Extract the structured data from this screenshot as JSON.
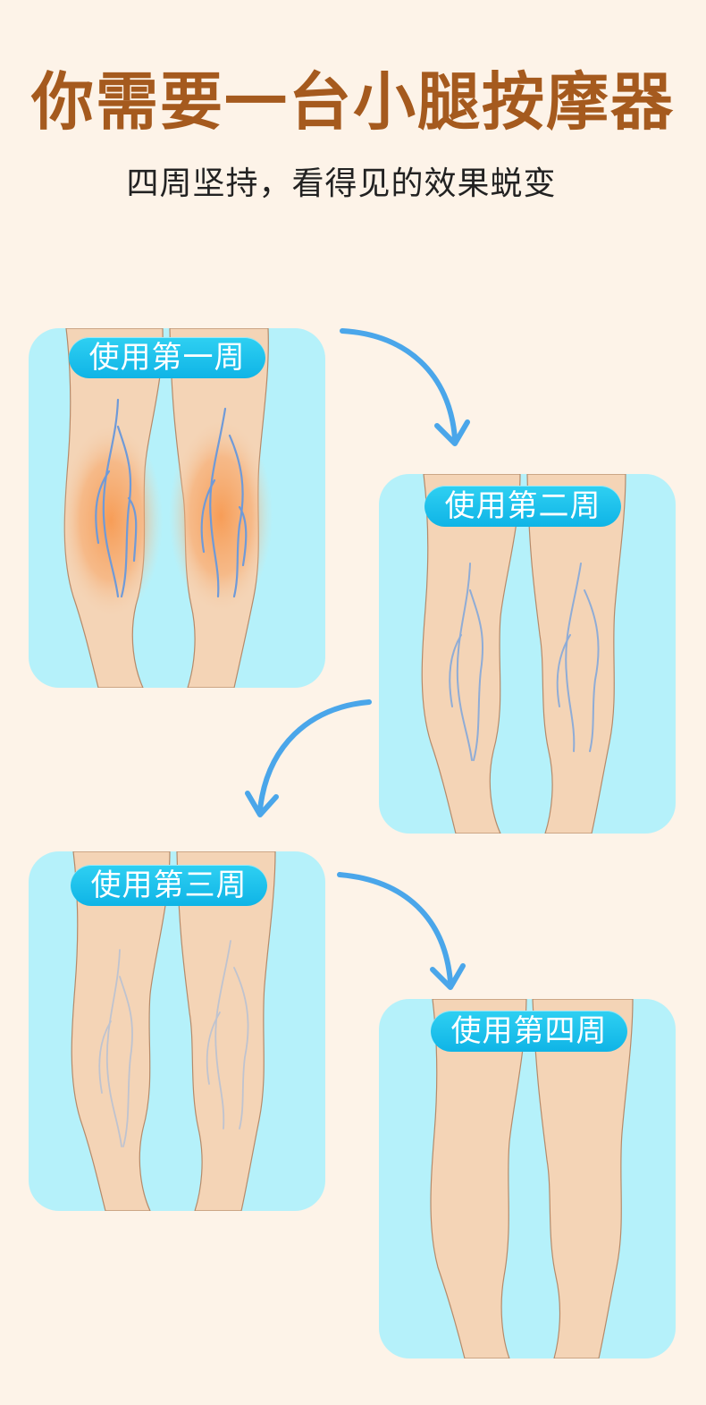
{
  "header": {
    "title": "你需要一台小腿按摩器",
    "subtitle": "四周坚持，看得见的效果蜕变"
  },
  "stages": [
    {
      "label": "使用第一周"
    },
    {
      "label": "使用第二周"
    },
    {
      "label": "使用第三周"
    },
    {
      "label": "使用第四周"
    }
  ],
  "colors": {
    "background": "#fdf3e8",
    "title": "#a55a1e",
    "panel": "#b5f1fa",
    "badge": "#14b8e8",
    "arrow": "#4aa6ea",
    "skin": "#f4d4b6",
    "vein": "#6f9ad8",
    "inflammation": "#f7a05a"
  }
}
